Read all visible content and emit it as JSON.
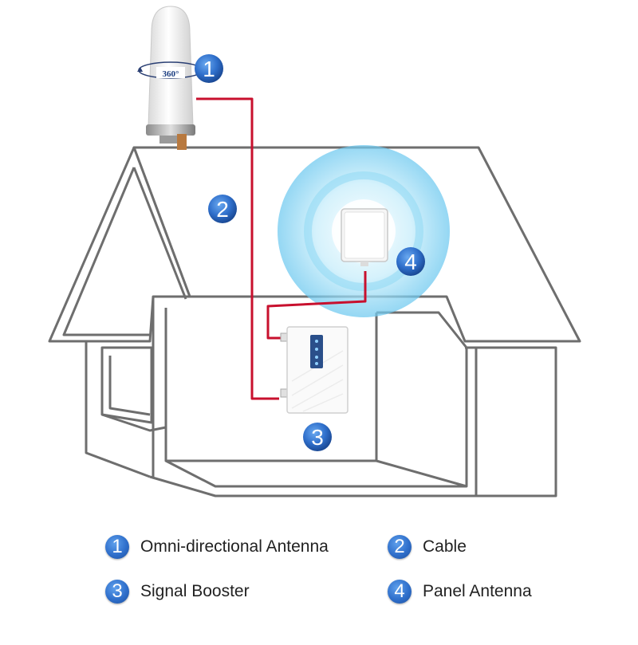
{
  "antenna": {
    "rotation_label": "360°"
  },
  "callouts": {
    "omni": "1",
    "cable": "2",
    "booster": "3",
    "panel": "4"
  },
  "legend": [
    {
      "number": "1",
      "label": "Omni-directional Antenna"
    },
    {
      "number": "2",
      "label": "Cable"
    },
    {
      "number": "3",
      "label": "Signal Booster"
    },
    {
      "number": "4",
      "label": "Panel Antenna"
    }
  ],
  "colors": {
    "house_outline": "#6e6e6e",
    "cable": "#c8102e",
    "badge": "#2f6fcb",
    "signal_wave": "#7fd3f0"
  }
}
